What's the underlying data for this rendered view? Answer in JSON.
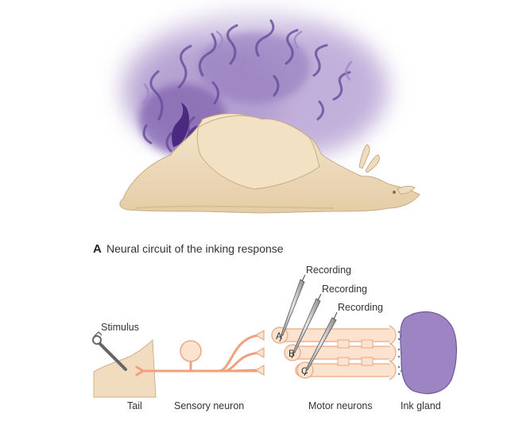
{
  "caption": {
    "letter": "A",
    "text": "Neural circuit of the inking response"
  },
  "labels": {
    "recording": [
      "Recording",
      "Recording",
      "Recording"
    ],
    "stimulus": "Stimulus",
    "tail": "Tail",
    "sensory_neuron": "Sensory neuron",
    "motor_neurons": "Motor neurons",
    "ink_gland": "Ink gland"
  },
  "neurons": [
    "A",
    "B",
    "C"
  ],
  "colors": {
    "ink": "#7a5aa8",
    "slug_body": "#efdcbf",
    "neuron_fill": "#fbe3d0",
    "neuron_stroke": "#e9a882",
    "axon": "#f0a07a",
    "gland": "#9d85c4",
    "tail_skin": "#f2dcc0"
  }
}
